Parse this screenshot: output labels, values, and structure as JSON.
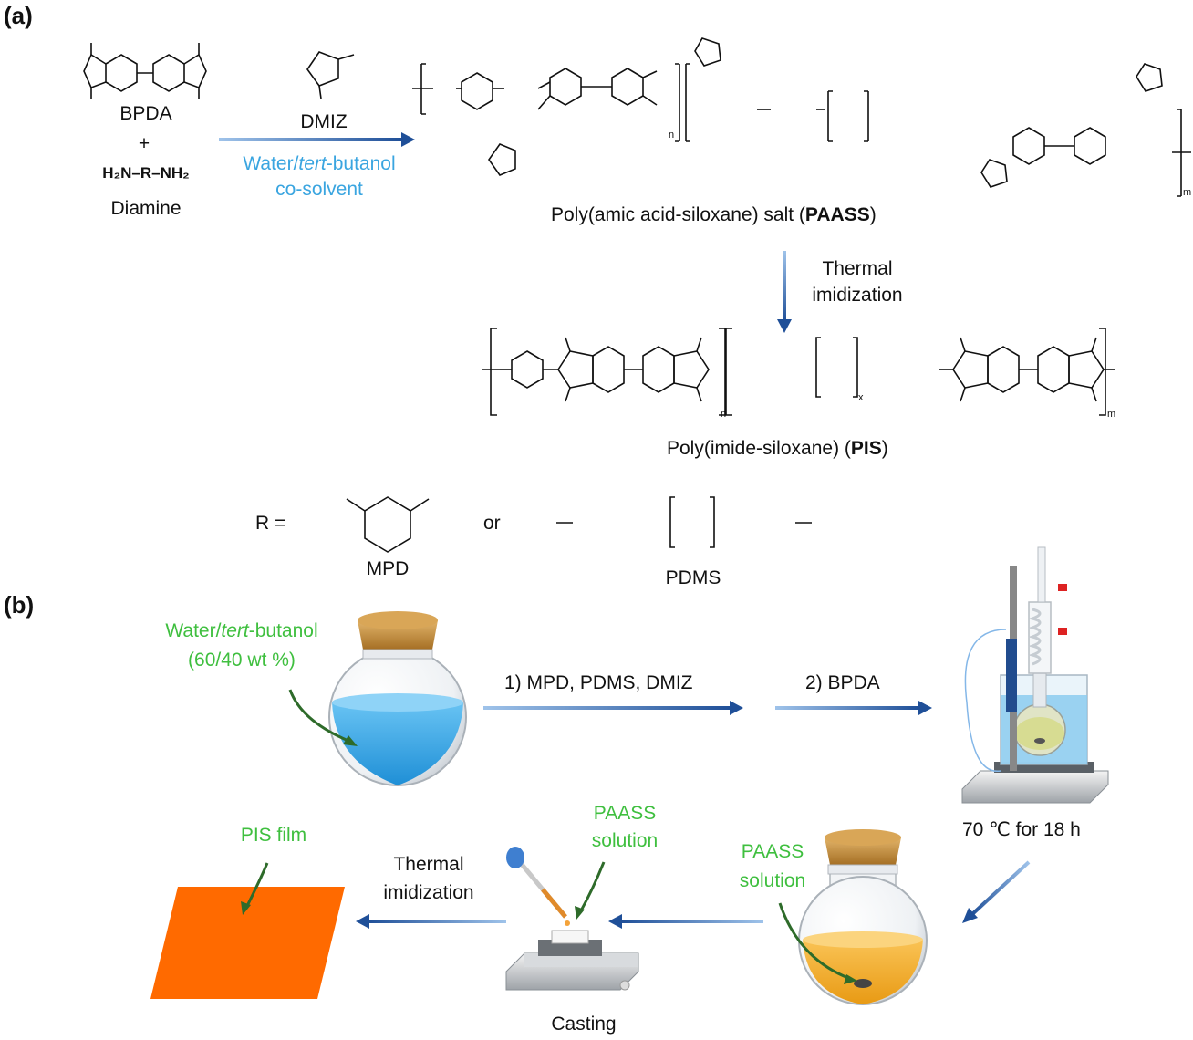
{
  "panels": {
    "a": "(a)",
    "b": "(b)"
  },
  "scheme_a": {
    "bpda": "BPDA",
    "plus": "+",
    "diamine_formula": "H₂N–R–NH₂",
    "diamine": "Diamine",
    "dmiz": "DMIZ",
    "solvent_line1": "Water/",
    "solvent_italic": "tert",
    "solvent_line1_end": "-butanol",
    "solvent_line2": "co-solvent",
    "paass_caption_start": "Poly(amic acid-siloxane) salt (",
    "paass_caption_bold": "PAASS",
    "paass_caption_end": ")",
    "thermal_line1": "Thermal",
    "thermal_line2": "imidization",
    "pis_caption_start": "Poly(imide-siloxane) (",
    "pis_caption_bold": "PIS",
    "pis_caption_end": ")",
    "r_equals": "R =",
    "or": "or",
    "mpd": "MPD",
    "pdms": "PDMS",
    "sub_n": "n",
    "sub_m": "m",
    "sub_x": "x"
  },
  "scheme_b": {
    "solvent_line1_start": "Water/",
    "solvent_line1_italic": "tert",
    "solvent_line1_end": "-butanol",
    "solvent_line2": "(60/40 wt %)",
    "step1": "1) MPD, PDMS, DMIZ",
    "step2": "2) BPDA",
    "condition": "70 ℃ for 18 h",
    "paass_solution_1_line1": "PAASS",
    "paass_solution_1_line2": "solution",
    "paass_solution_2_line1": "PAASS",
    "paass_solution_2_line2": "solution",
    "thermal_line1": "Thermal",
    "thermal_line2": "imidization",
    "pis_film": "PIS film",
    "casting": "Casting"
  },
  "colors": {
    "arrow_blue": "#1f5aa8",
    "green_label": "#3fbf3f",
    "blue_label": "#3aa5e0",
    "film_orange": "#ff6a00",
    "water_blue": "#3ea6e8",
    "solution_orange": "#f4a320",
    "cork": "#c8903a"
  }
}
